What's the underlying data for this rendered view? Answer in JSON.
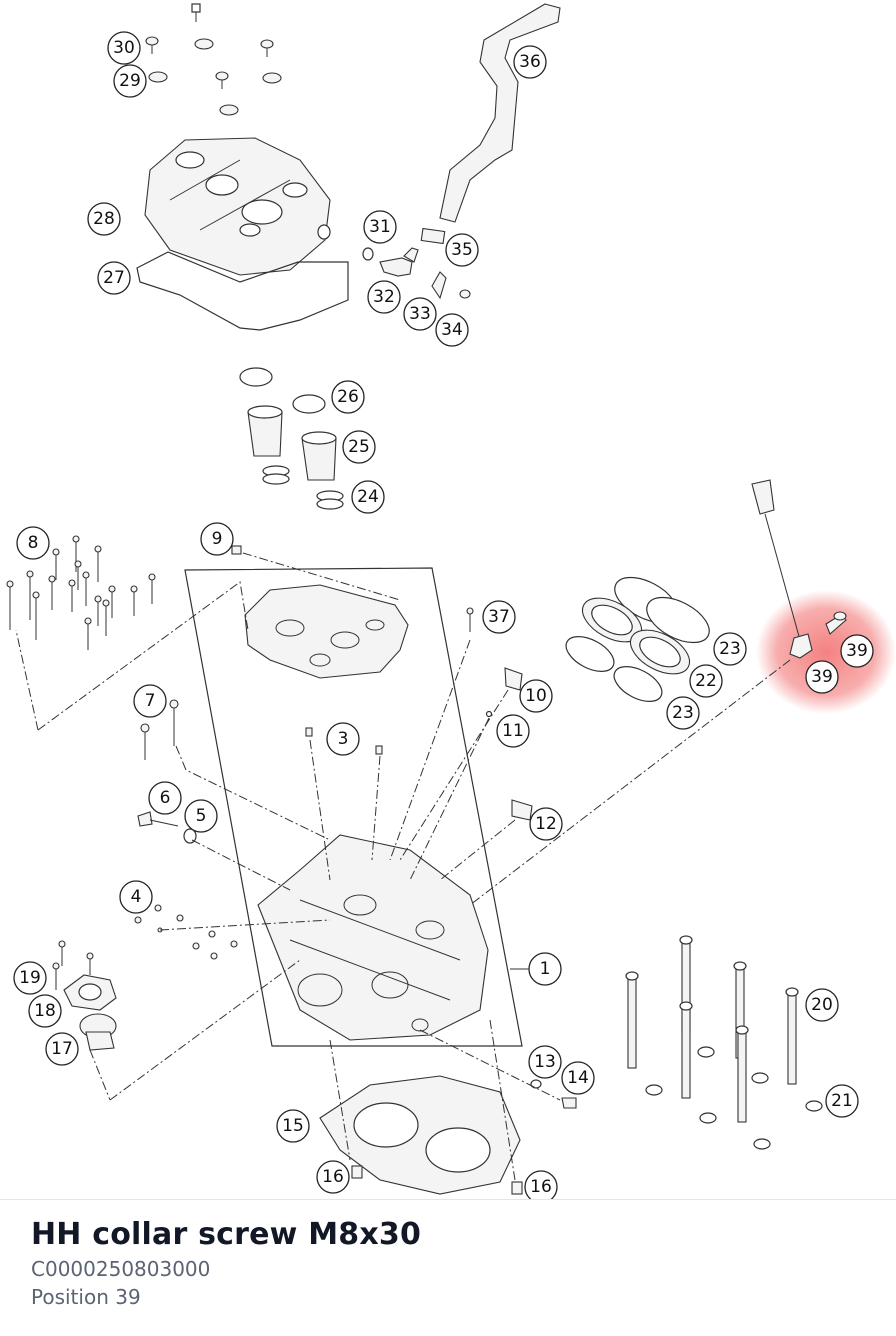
{
  "diagram": {
    "callouts": [
      "1",
      "3",
      "4",
      "5",
      "6",
      "7",
      "8",
      "9",
      "10",
      "11",
      "12",
      "13",
      "14",
      "15",
      "16",
      "16",
      "17",
      "18",
      "19",
      "20",
      "21",
      "22",
      "23",
      "23",
      "24",
      "25",
      "26",
      "27",
      "28",
      "29",
      "30",
      "31",
      "32",
      "33",
      "34",
      "35",
      "36",
      "37",
      "39",
      "39"
    ],
    "highlighted_position": "39",
    "highlight_color": "#f26b6b"
  },
  "part": {
    "title": "HH collar screw M8x30",
    "number": "C0000250803000",
    "position_label": "Position",
    "position_value": "39"
  }
}
